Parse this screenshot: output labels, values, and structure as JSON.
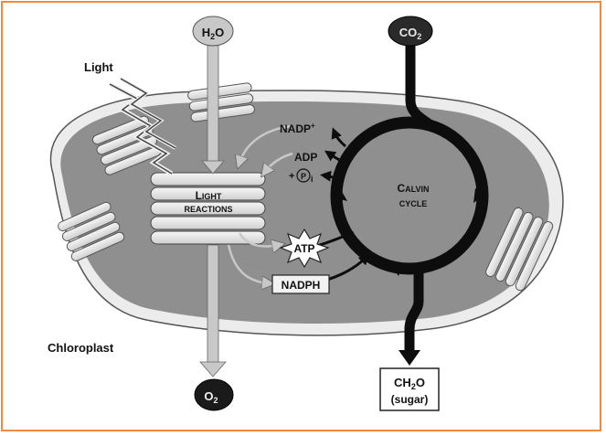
{
  "labels": {
    "light": "Light",
    "chloroplast": "Chloroplast",
    "h2o_main": "H",
    "h2o_sub": "2",
    "h2o_end": "O",
    "co2_main": "CO",
    "co2_sub": "2",
    "o2_main": "O",
    "o2_sub": "2",
    "light_reactions_1a": "L",
    "light_reactions_1b": "IGHT",
    "light_reactions_2": "REACTIONS",
    "calvin_1a": "C",
    "calvin_1b": "ALVIN",
    "calvin_2": "CYCLE",
    "nadp_main": "NADP",
    "nadp_sup": "+",
    "adp": "ADP",
    "pi_plus": "+",
    "pi_p": "P",
    "pi_i": "i",
    "atp": "ATP",
    "nadph": "NADPH",
    "sugar_main": "CH",
    "sugar_sub": "2",
    "sugar_end": "O",
    "sugar_label": "(sugar)"
  },
  "colors": {
    "border": "#f08a3c",
    "stroma": "#8f8f8f",
    "membrane": "#e6e6e6",
    "calvin_ring": "#0d0d0d",
    "pale_arrow": "#c8c8c8"
  }
}
